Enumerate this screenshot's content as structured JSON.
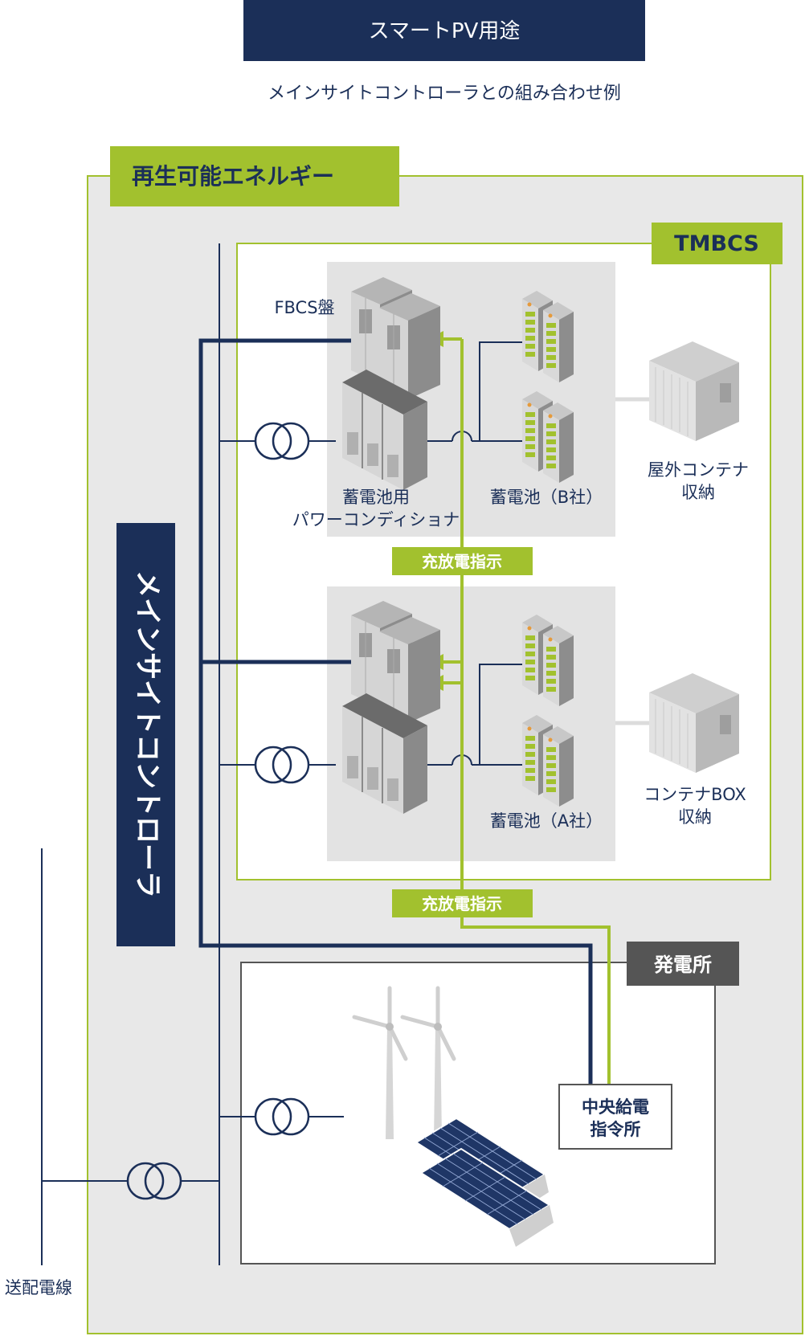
{
  "header": {
    "title": "スマートPV用途",
    "subtitle": "メインサイトコントローラとの組み合わせ例"
  },
  "labels": {
    "renewable": "再生可能エネルギー",
    "tmbcs": "TMBCS",
    "main_controller": "メインサイトコントローラ",
    "fbcs": "FBCS盤",
    "pcs_line1": "蓄電池用",
    "pcs_line2": "パワーコンディショナ",
    "battery_b": "蓄電池（B社）",
    "battery_a": "蓄電池（A社）",
    "outdoor_line1": "屋外コンテナ",
    "outdoor_line2": "収納",
    "box_line1": "コンテナBOX",
    "box_line2": "収納",
    "charge_cmd_1": "充放電指示",
    "charge_cmd_2": "充放電指示",
    "power_plant": "発電所",
    "dispatch_line1": "中央給電",
    "dispatch_line2": "指令所",
    "grid_line": "送配電線"
  },
  "colors": {
    "navy": "#1b2f58",
    "green": "#a2c12e",
    "gray_bg": "#e8e8e8",
    "panel_bg": "#e3e3e3",
    "dark_gray": "#5a5a5a"
  },
  "icons": {
    "fbcs": "cabinet-icon",
    "pcs": "power-conditioner-icon",
    "battery": "battery-rack-icon",
    "container": "container-icon",
    "transformer": "transformer-icon",
    "wind": "wind-turbine-icon",
    "solar": "solar-panel-icon"
  }
}
